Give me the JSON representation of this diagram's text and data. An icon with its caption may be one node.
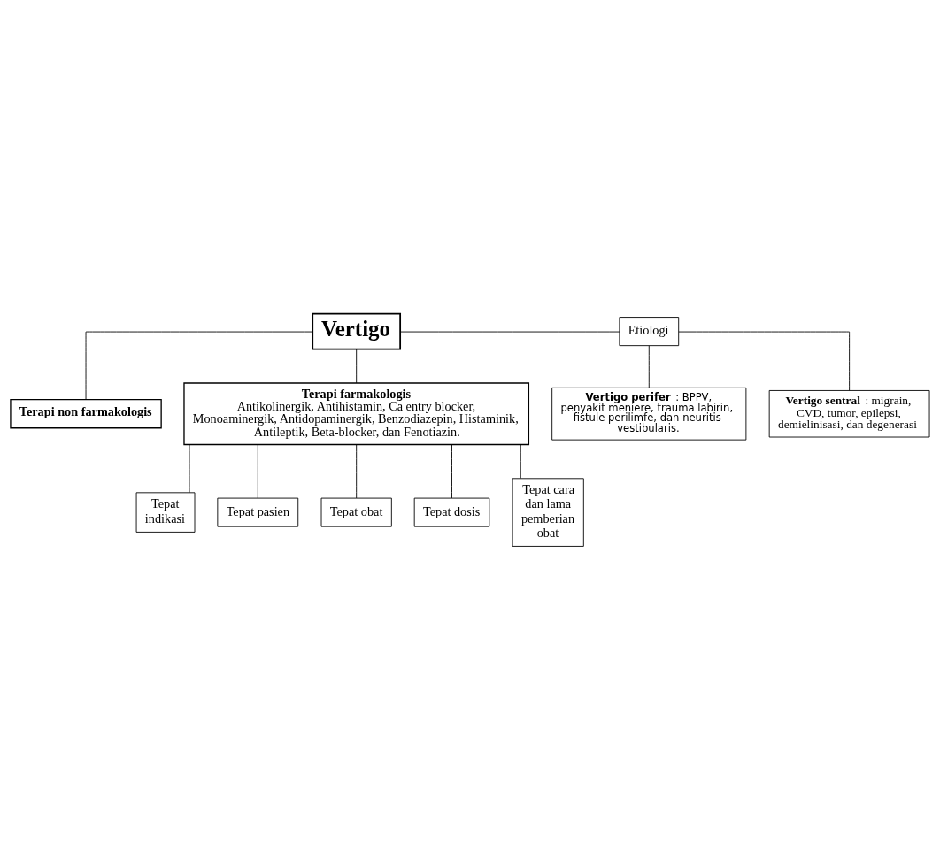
{
  "diagram": {
    "nodes": [
      {
        "text": [
          "Vertigo"
        ]
      },
      {
        "text": [
          "Etiologi"
        ]
      },
      {
        "text": [
          "**Vertigo perifer** : BPPV, penyakit meniere, trauma labirin, fistule perilimfe, dan neuritis vestibularis."
        ]
      },
      {
        "text": [
          "**Vertigo sentral** : migrain, CVD, tumor, epilepsi, demielinisasi, dan degenerasi"
        ]
      },
      {
        "text": [
          "Terapi non farmakologis"
        ]
      },
      {
        "text": [
          "Terapi farmakologis",
          "Antikolinergik, Antihistamin, Ca entry blocker, Monoaminergik, Antidopaminergik, Benzodiazepin, Histaminik, Antileptik, Beta-blocker, dan Fenotiazin."
        ]
      },
      {
        "text": [
          "Tepat indikasi"
        ]
      },
      {
        "text": [
          "Tepat pasien"
        ]
      },
      {
        "text": [
          "Tepat obat"
        ]
      },
      {
        "text": [
          "Tepat dosis"
        ]
      },
      {
        "text": [
          "Tepat cara dan lama pemberian obat"
        ]
      }
    ],
    "edges": [
      {
        "from": 0,
        "to": 1,
        "arrow": "none"
      },
      {
        "from": 1,
        "to": 2,
        "arrow": "none"
      },
      {
        "from": 1,
        "to": 3,
        "arrow": "none"
      },
      {
        "from": 0,
        "to": 4,
        "arrow": "none"
      },
      {
        "from": 0,
        "to": 5,
        "arrow": "none"
      },
      {
        "from": 5,
        "to": 6,
        "arrow": "none"
      },
      {
        "from": 5,
        "to": 7,
        "arrow": "none"
      },
      {
        "from": 5,
        "to": 8,
        "arrow": "none"
      },
      {
        "from": 5,
        "to": 9,
        "arrow": "none"
      },
      {
        "from": 5,
        "to": 10,
        "arrow": "none"
      }
    ]
  }
}
